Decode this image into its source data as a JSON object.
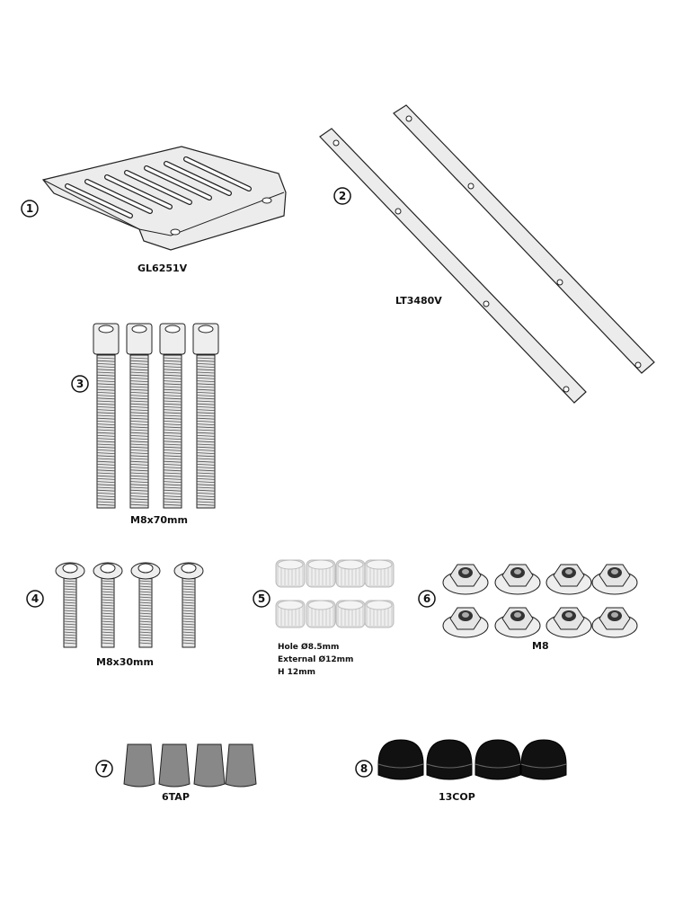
{
  "parts": [
    {
      "number": "1",
      "code": "GL6251V",
      "name": "plate"
    },
    {
      "number": "2",
      "code": "LT3480V",
      "name": "bars"
    },
    {
      "number": "3",
      "code": "M8x70mm",
      "name": "long-bolts"
    },
    {
      "number": "4",
      "code": "M8x30mm",
      "name": "short-bolts"
    },
    {
      "number": "5",
      "code": "",
      "name": "spacers",
      "notes": [
        "Hole Ø8.5mm",
        "External Ø12mm",
        "H 12mm"
      ]
    },
    {
      "number": "6",
      "code": "M8",
      "name": "nuts"
    },
    {
      "number": "7",
      "code": "6TAP",
      "name": "caps"
    },
    {
      "number": "8",
      "code": "13COP",
      "name": "dome-caps"
    }
  ]
}
